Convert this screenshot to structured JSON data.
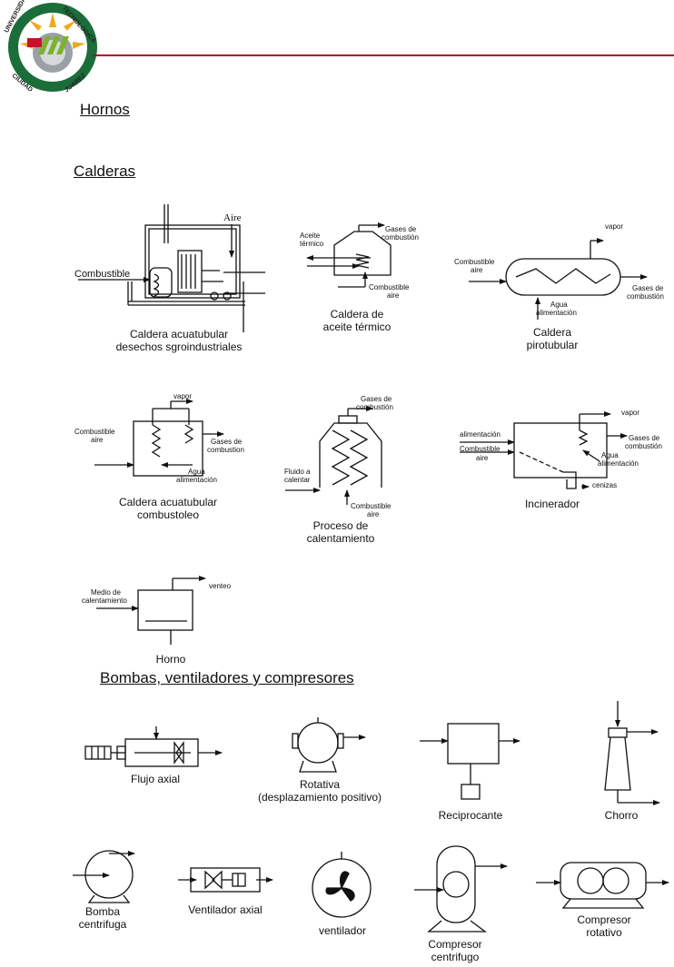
{
  "logo": {
    "text_top_left": "UNIVERSIDAD",
    "text_top_right": "TECNOLOGICA",
    "text_bottom_left": "CIUDAD",
    "text_bottom_right": "JUAREZ",
    "colors": {
      "ring": "#1b6d3a",
      "sun": "#f2a81c",
      "gear": "#9aa0a6",
      "accent": "#c8102e"
    }
  },
  "header": {
    "rule_color": "#b0001c"
  },
  "sections": {
    "hornos": "Hornos",
    "calderas": "Calderas",
    "bombas": "Bombas, ventiladores y compresores"
  },
  "calderas": {
    "acuatubular_desechos": {
      "aire": "Aire",
      "combustible": "Combustible",
      "caption_1": "Caldera acuatubular",
      "caption_2": "desechos sgroindustriales"
    },
    "aceite_termico": {
      "aceite_1": "Aceite",
      "aceite_2": "térmico",
      "gases_1": "Gases de",
      "gases_2": "combustión",
      "comb_1": "Combustible",
      "comb_2": "aire",
      "caption_1": "Caldera de",
      "caption_2": "aceite térmico"
    },
    "pirotubular": {
      "vapor": "vapor",
      "comb_1": "Combustible",
      "comb_2": "aire",
      "gases_1": "Gases de",
      "gases_2": "combustión",
      "agua_1": "Agua",
      "agua_2": "alimentación",
      "caption_1": "Caldera",
      "caption_2": "pirotubular"
    },
    "acuatubular_combustoleo": {
      "vapor": "vapor",
      "comb_1": "Combustible",
      "comb_2": "aire",
      "gases_1": "Gases de",
      "gases_2": "combustion",
      "agua_1": "Agua",
      "agua_2": "alimentación",
      "caption_1": "Caldera acuatubular",
      "caption_2": "combustoleo"
    },
    "proceso": {
      "gases_1": "Gases de",
      "gases_2": "combustión",
      "fluido_1": "Fluido a",
      "fluido_2": "calentar",
      "comb_1": "Combustible",
      "comb_2": "aire",
      "caption_1": "Proceso de",
      "caption_2": "calentamiento"
    },
    "incinerador": {
      "alimentacion": "alimentación",
      "vapor": "vapor",
      "comb_1": "Combustible",
      "comb_2": "aire",
      "gases_1": "Gases de",
      "gases_2": "combustión",
      "agua_1": "Agua",
      "agua_2": "alimentación",
      "cenizas": "cenizas",
      "caption": "Incinerador"
    },
    "horno": {
      "medio_1": "Medio de",
      "medio_2": "calentamiento",
      "venteo": "venteo",
      "caption": "Horno"
    }
  },
  "bombas": {
    "flujo_axial": "Flujo axial",
    "rotativa_1": "Rotativa",
    "rotativa_2": "(desplazamiento positivo)",
    "reciprocante": "Reciprocante",
    "chorro": "Chorro",
    "centrifuga_1": "Bomba",
    "centrifuga_2": "centrifuga",
    "ventilador_axial": "Ventilador axial",
    "ventilador": "ventilador",
    "compresor_c_1": "Compresor",
    "compresor_c_2": "centrifugo",
    "compresor_r_1": "Compresor",
    "compresor_r_2": "rotativo"
  }
}
